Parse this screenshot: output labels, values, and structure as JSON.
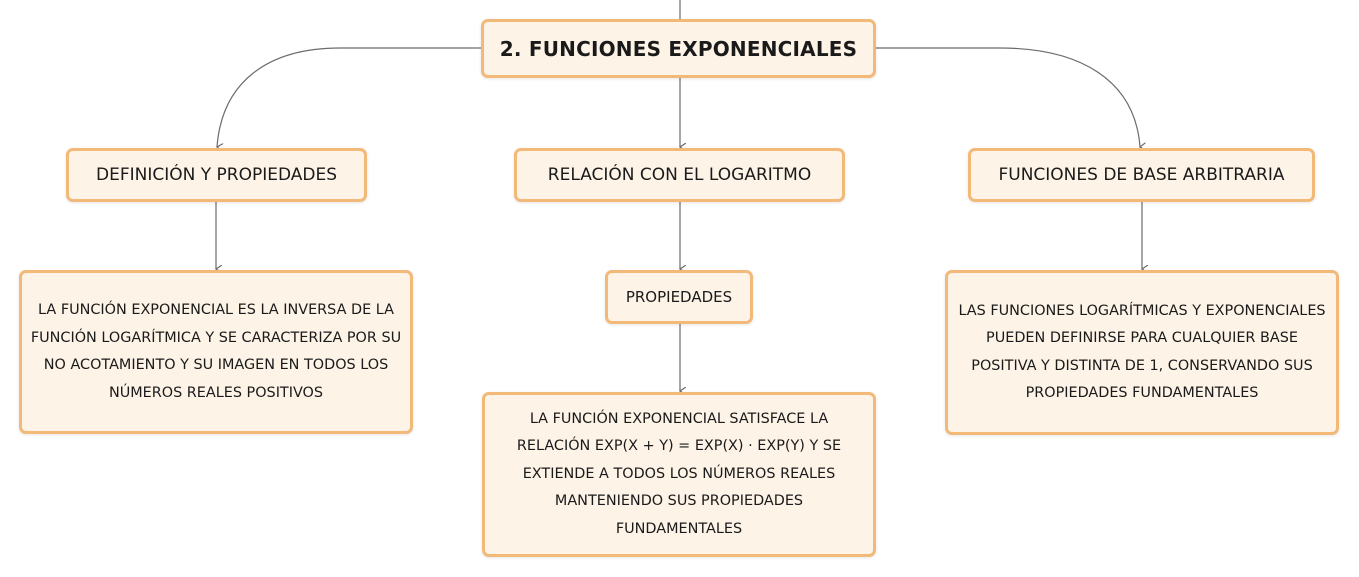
{
  "colors": {
    "node_fill": "#fdf3e7",
    "node_border": "#f2b979",
    "connector": "#6b6b6b",
    "text": "#1a1a1a"
  },
  "root": {
    "label": "2. FUNCIONES EXPONENCIALES"
  },
  "branches": [
    {
      "label": "DEFINICIÓN Y PROPIEDADES",
      "detail": "LA FUNCIÓN EXPONENCIAL ES LA INVERSA DE LA FUNCIÓN LOGARÍTMICA Y SE CARACTERIZA POR SU NO ACOTAMIENTO Y SU IMAGEN EN TODOS LOS NÚMEROS REALES POSITIVOS"
    },
    {
      "label": "RELACIÓN CON EL LOGARITMO",
      "sub": "PROPIEDADES",
      "detail": "LA FUNCIÓN EXPONENCIAL SATISFACE LA RELACIÓN EXP(X + Y) = EXP(X) · EXP(Y) Y SE EXTIENDE A TODOS LOS NÚMEROS REALES MANTENIENDO SUS PROPIEDADES FUNDAMENTALES"
    },
    {
      "label": "FUNCIONES DE BASE ARBITRARIA",
      "detail": "LAS FUNCIONES LOGARÍTMICAS Y EXPONENCIALES PUEDEN DEFINIRSE PARA CUALQUIER BASE POSITIVA Y DISTINTA DE 1, CONSERVANDO SUS PROPIEDADES FUNDAMENTALES"
    }
  ]
}
